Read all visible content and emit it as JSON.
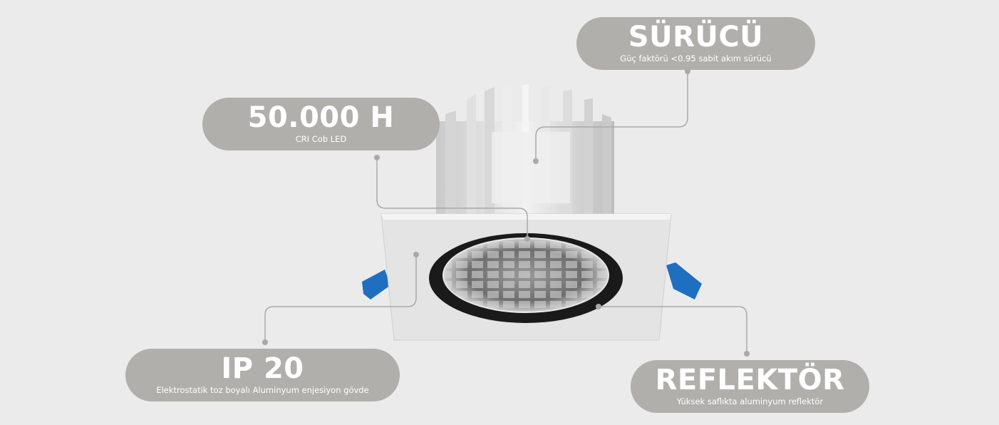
{
  "callouts": {
    "driver": {
      "title": "SÜRÜCÜ",
      "subtitle": "Güç faktörü <0.95 sabit akım sürücü"
    },
    "lifetime": {
      "title": "50.000 H",
      "subtitle": "CRI Cob LED"
    },
    "protection": {
      "title": "IP 20",
      "subtitle": "Elektrostatik toz boyalı Aluminyum enjesiyon gövde"
    },
    "reflector": {
      "title": "REFLEKTÖR",
      "subtitle": "Yüksek saflıkta aluminyum reflektör"
    }
  },
  "colors": {
    "background": "#ebebeb",
    "pill": "#b0afab",
    "connector": "#a9a9a9",
    "clip": "#1f6fc0"
  }
}
